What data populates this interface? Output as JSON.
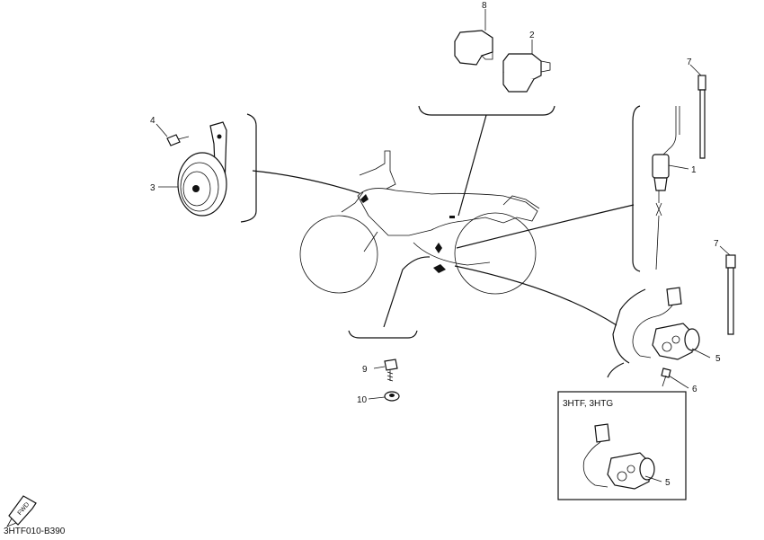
{
  "figure_code": "3HTF010-B390",
  "fwd_label": "FWD",
  "inset_title": "3HTF, 3HTG",
  "callouts": {
    "c1": "1",
    "c2": "2",
    "c3": "3",
    "c4": "4",
    "c5a": "5",
    "c5b": "5",
    "c6": "6",
    "c7a": "7",
    "c7b": "7",
    "c8": "8",
    "c9": "9",
    "c10": "10"
  }
}
